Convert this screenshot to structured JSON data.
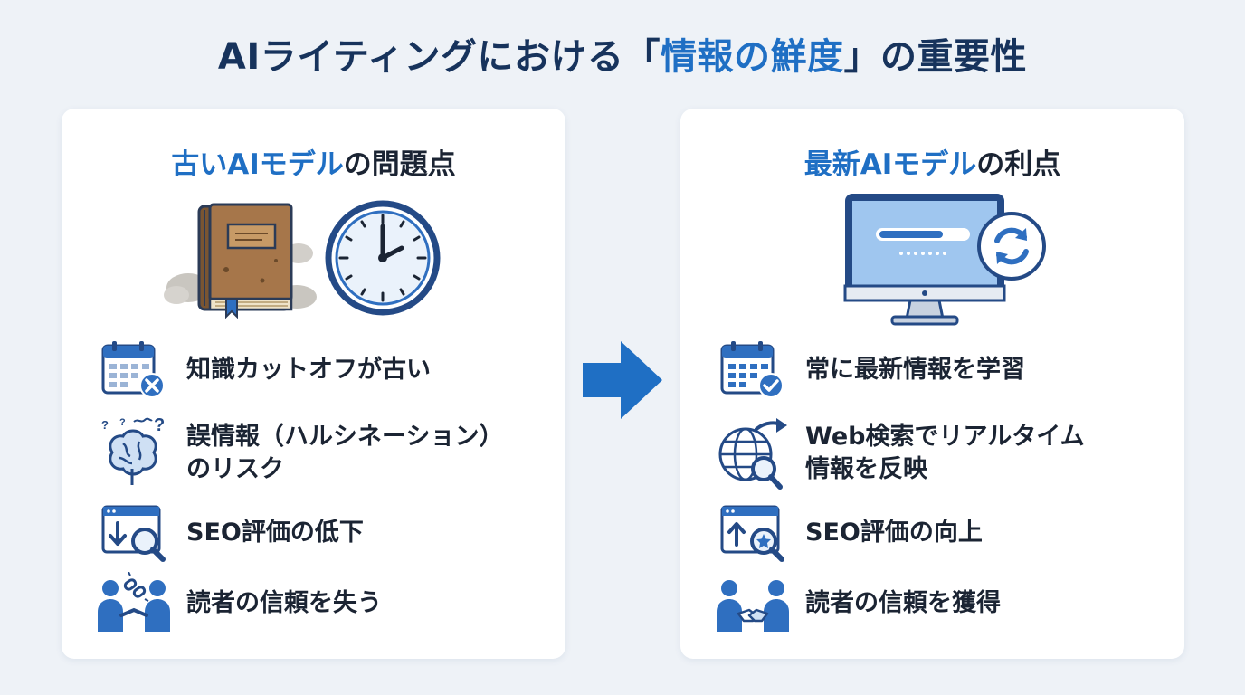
{
  "title": {
    "prefix": "AIライティングにおける「",
    "highlight": "情報の鮮度",
    "suffix": "」の重要性"
  },
  "colors": {
    "accent": "#1f6fc4",
    "title": "#17335c",
    "background": "#eef2f7"
  },
  "left_panel": {
    "heading_highlight": "古いAIモデル",
    "heading_rest": "の問題点",
    "illustration": [
      "old-book-icon",
      "clock-icon"
    ],
    "items": [
      {
        "icon": "calendar-x-icon",
        "text": "知識カットオフが古い"
      },
      {
        "icon": "confused-brain-icon",
        "text": "誤情報（ハルシネーション）\nのリスク"
      },
      {
        "icon": "search-down-icon",
        "text": "SEO評価の低下"
      },
      {
        "icon": "broken-link-people-icon",
        "text": "読者の信頼を失う"
      }
    ]
  },
  "arrow": {
    "icon": "right-arrow-icon"
  },
  "right_panel": {
    "heading_highlight": "最新AIモデル",
    "heading_rest": "の利点",
    "illustration": [
      "monitor-refresh-icon"
    ],
    "items": [
      {
        "icon": "calendar-check-icon",
        "text": "常に最新情報を学習"
      },
      {
        "icon": "globe-search-icon",
        "text": "Web検索でリアルタイム\n情報を反映"
      },
      {
        "icon": "search-up-star-icon",
        "text": "SEO評価の向上"
      },
      {
        "icon": "handshake-icon",
        "text": "読者の信頼を獲得"
      }
    ]
  }
}
